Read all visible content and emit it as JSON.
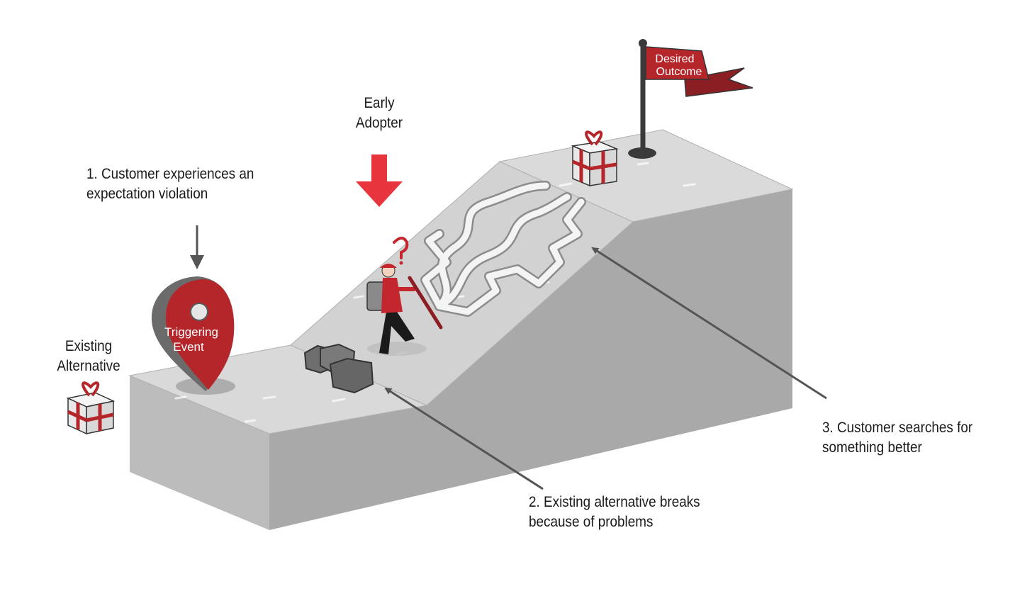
{
  "labels": {
    "early_adopter": [
      "Early",
      "Adopter"
    ],
    "step1": [
      "1. Customer experiences an",
      "expectation violation"
    ],
    "existing_alternative": [
      "Existing",
      "Alternative"
    ],
    "step2": [
      "2. Existing alternative breaks",
      "because of problems"
    ],
    "step3": [
      "3. Customer searches for",
      "something better"
    ]
  },
  "pin": {
    "text": [
      "Triggering",
      "Event"
    ]
  },
  "flag": {
    "text": [
      "Desired",
      "Outcome"
    ]
  },
  "colors": {
    "accent_red": "#b5262b",
    "arrow_red": "#e8343d",
    "top_surface": "#d7d7d7",
    "side_face": "#a9a9a9",
    "front_face": "#bdbdbd",
    "arrow_gray": "#555555"
  }
}
